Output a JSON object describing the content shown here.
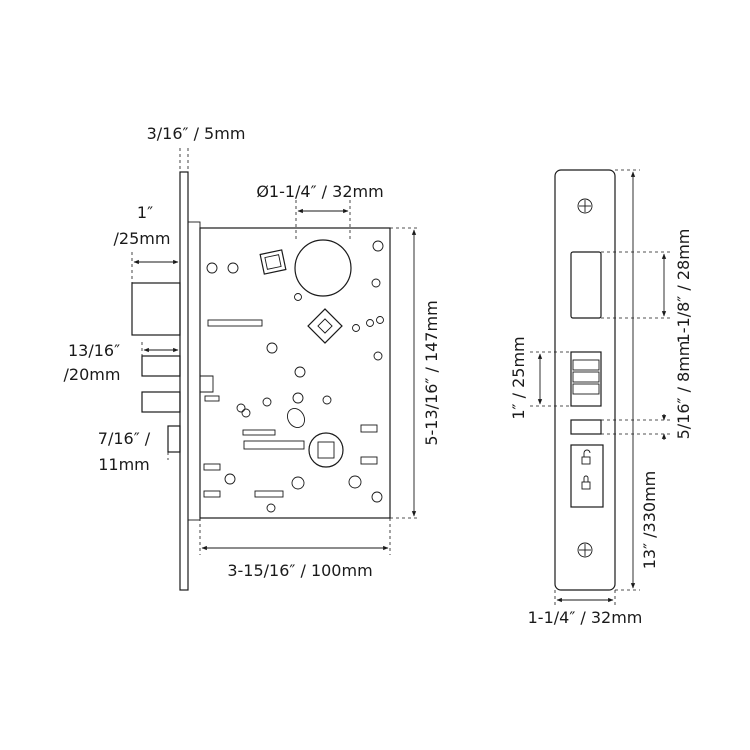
{
  "side_view": {
    "plate_thickness": "3/16″ / 5mm",
    "latch_l1": "1″",
    "latch_l2": "/25mm",
    "deadbolt_l1": "13/16″",
    "deadbolt_l2": "/20mm",
    "aux_l1": "7/16″ /",
    "aux_l2": "11mm"
  },
  "case_view": {
    "hub_diameter": "Ø1-1/4″ / 32mm",
    "case_height": "5-13/16″ / 147mm",
    "backset": "3-15/16″ / 100mm"
  },
  "faceplate_view": {
    "deadbolt_height": "1-1/8″ / 28mm",
    "latch_height": "1″ / 25mm",
    "aux_height": "5/16″ / 8mm",
    "plate_length": "13″ /330mm",
    "plate_width": "1-1/4″ / 32mm"
  }
}
